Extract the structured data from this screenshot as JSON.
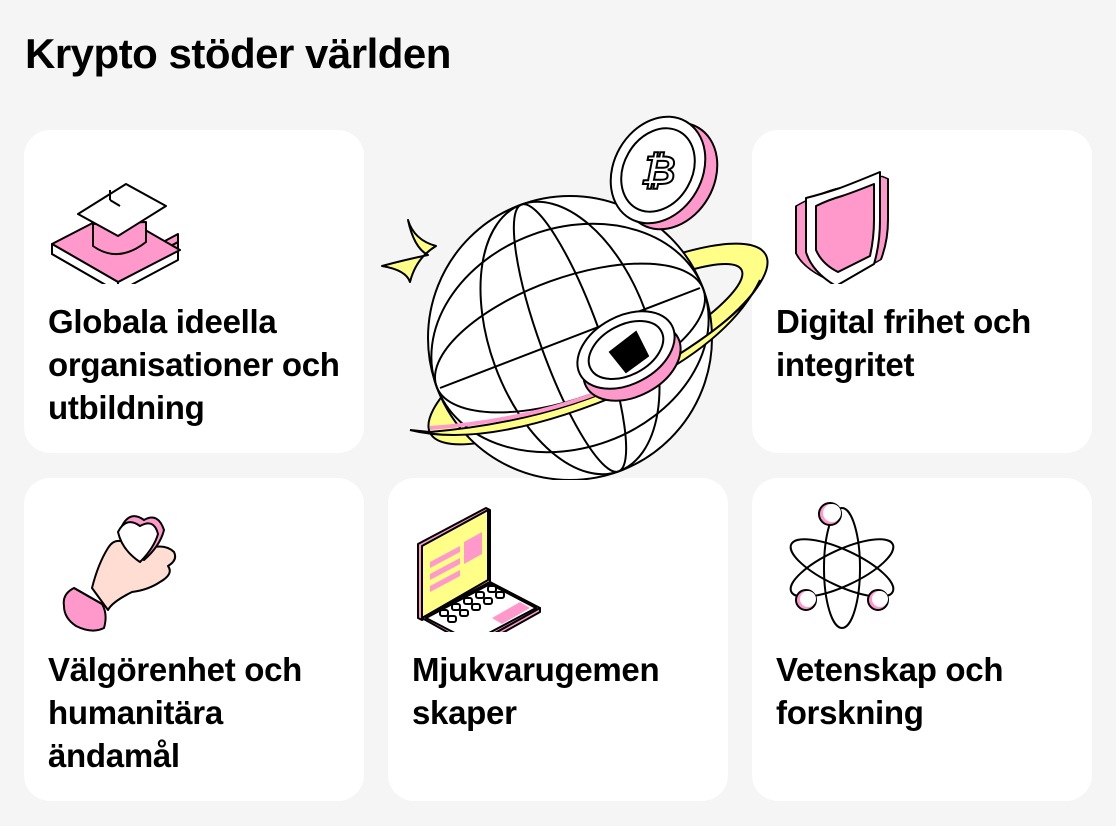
{
  "title": "Krypto stöder världen",
  "colors": {
    "background": "#f5f5f5",
    "card": "#ffffff",
    "pink": "#ff99cc",
    "yellow": "#ffff88",
    "skin": "#ffddd2",
    "ink": "#000000"
  },
  "hero": {
    "icons": [
      "globe-icon",
      "bitcoin-coin-icon",
      "ethereum-coin-icon",
      "sparkle-icon",
      "ring-icon"
    ]
  },
  "cards": [
    {
      "label": "Globala ideella organisationer och utbildning",
      "icon": "graduation-book-icon"
    },
    {
      "label": "Digital frihet och integritet",
      "icon": "shield-icon"
    },
    {
      "label": "Välgörenhet och humanitära ändamål",
      "icon": "hand-heart-icon"
    },
    {
      "label": "Mjukvarugemen skaper",
      "icon": "laptop-icon"
    },
    {
      "label": "Vetenskap och forskning",
      "icon": "atom-icon"
    }
  ]
}
